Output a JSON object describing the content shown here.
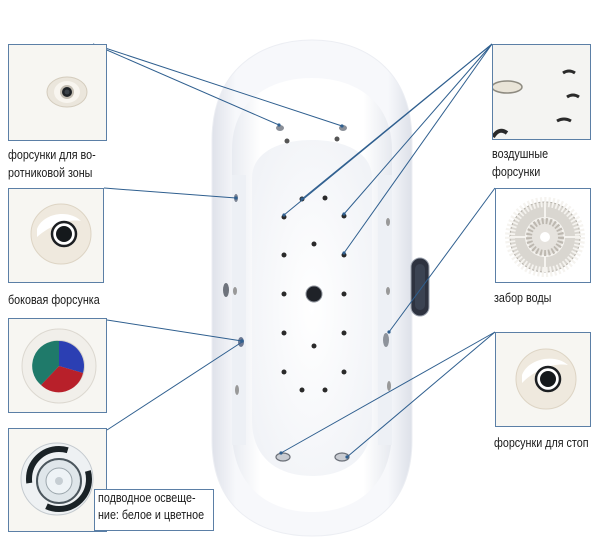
{
  "diagram": {
    "subject": "whirlpool bathtub (top view)",
    "colors": {
      "leader_line": "#2f5f8f",
      "box_border": "#5b7fa6",
      "tub_white": "#ffffff",
      "tub_shadow": "#e4e7ee",
      "nozzle_dark": "#2a2a2a",
      "light_blue": "#2b3fb3",
      "light_red": "#b8202a",
      "light_green": "#1f7a6a"
    },
    "callouts": [
      {
        "id": "headrest-jets",
        "side": "left",
        "label_line1": "форсунки для во-",
        "label_line2": "ротниковой зоны",
        "icon": "headrest-jet-icon"
      },
      {
        "id": "side-jet",
        "side": "left",
        "label_line1": "боковая форсунка",
        "label_line2": "",
        "icon": "side-jet-icon"
      },
      {
        "id": "color-light",
        "side": "left",
        "label_line1": "",
        "label_line2": "",
        "icon": "color-light-icon"
      },
      {
        "id": "white-light",
        "side": "left",
        "label_line1": "подводное освеще-",
        "label_line2": "ние: белое и цветное",
        "icon": "white-light-icon"
      },
      {
        "id": "air-jets",
        "side": "right",
        "label_line1": "воздушные",
        "label_line2": "форсунки",
        "icon": "air-jets-icon"
      },
      {
        "id": "water-intake",
        "side": "right",
        "label_line1": "забор воды",
        "label_line2": "",
        "icon": "water-intake-icon"
      },
      {
        "id": "foot-jets",
        "side": "right",
        "label_line1": "форсунки для стоп",
        "label_line2": "",
        "icon": "foot-jet-icon"
      }
    ]
  }
}
